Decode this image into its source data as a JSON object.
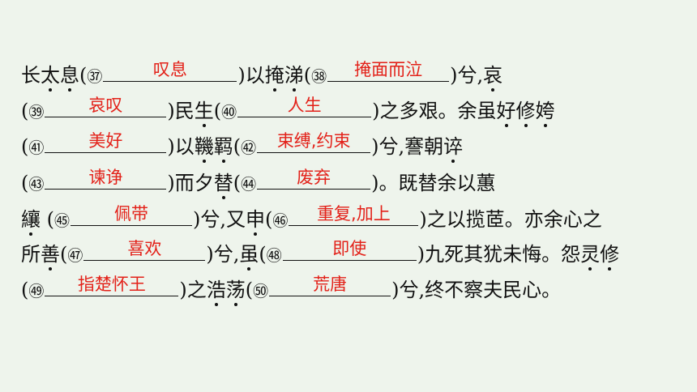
{
  "lines": [
    [
      {
        "t": "text",
        "v": "长"
      },
      {
        "t": "dot",
        "v": "太"
      },
      {
        "t": "dot",
        "v": "息"
      },
      {
        "t": "text",
        "v": "("
      },
      {
        "t": "num",
        "v": "㊲"
      },
      {
        "t": "blank",
        "w": 165,
        "ans": "叹息"
      },
      {
        "t": "text",
        "v": ")以"
      },
      {
        "t": "dot",
        "v": "掩"
      },
      {
        "t": "dot",
        "v": "涕"
      },
      {
        "t": "text",
        "v": "("
      },
      {
        "t": "num",
        "v": "㊳"
      },
      {
        "t": "blank",
        "w": 150,
        "ans": "掩面而泣"
      },
      {
        "t": "text",
        "v": ")兮,"
      },
      {
        "t": "dot",
        "v": "哀"
      }
    ],
    [
      {
        "t": "text",
        "v": "("
      },
      {
        "t": "num",
        "v": "㊴"
      },
      {
        "t": "blank",
        "w": 150,
        "ans": "哀叹"
      },
      {
        "t": "text",
        "v": ")民"
      },
      {
        "t": "dot",
        "v": "生"
      },
      {
        "t": "text",
        "v": "("
      },
      {
        "t": "num",
        "v": "㊵"
      },
      {
        "t": "blank",
        "w": 165,
        "ans": "人生"
      },
      {
        "t": "text",
        "v": ")之多艰。余虽"
      },
      {
        "t": "dot",
        "v": "好"
      },
      {
        "t": "dot",
        "v": "修"
      },
      {
        "t": "dot",
        "v": "姱"
      }
    ],
    [
      {
        "t": "text",
        "v": "("
      },
      {
        "t": "num",
        "v": "㊶"
      },
      {
        "t": "blank",
        "w": 150,
        "ans": "美好"
      },
      {
        "t": "text",
        "v": ")以"
      },
      {
        "t": "dot",
        "v": "鞿"
      },
      {
        "t": "dot",
        "v": "羁"
      },
      {
        "t": "text",
        "v": "("
      },
      {
        "t": "num",
        "v": "㊷"
      },
      {
        "t": "blank",
        "w": 140,
        "ans": "束缚,约束"
      },
      {
        "t": "text",
        "v": ")兮,謇朝"
      },
      {
        "t": "dot",
        "v": "谇"
      }
    ],
    [
      {
        "t": "text",
        "v": "("
      },
      {
        "t": "num",
        "v": "㊸"
      },
      {
        "t": "blank",
        "w": 150,
        "ans": "谏诤"
      },
      {
        "t": "text",
        "v": ")而夕"
      },
      {
        "t": "dot",
        "v": "替"
      },
      {
        "t": "text",
        "v": "("
      },
      {
        "t": "num",
        "v": "㊹"
      },
      {
        "t": "blank",
        "w": 140,
        "ans": "废弃"
      },
      {
        "t": "text",
        "v": ")。既替余以蕙"
      }
    ],
    [
      {
        "t": "dot",
        "v": "纕"
      },
      {
        "t": "text",
        "v": " ("
      },
      {
        "t": "num",
        "v": "㊺"
      },
      {
        "t": "blank",
        "w": 150,
        "ans": "佩带"
      },
      {
        "t": "text",
        "v": ")兮,又"
      },
      {
        "t": "dot",
        "v": "申"
      },
      {
        "t": "text",
        "v": "("
      },
      {
        "t": "num",
        "v": "㊻"
      },
      {
        "t": "blank",
        "w": 160,
        "ans": "重复,加上"
      },
      {
        "t": "text",
        "v": ")之以揽茝。亦余心之"
      }
    ],
    [
      {
        "t": "text",
        "v": "所"
      },
      {
        "t": "dot",
        "v": "善"
      },
      {
        "t": "text",
        "v": "("
      },
      {
        "t": "num",
        "v": "㊼"
      },
      {
        "t": "blank",
        "w": 150,
        "ans": "喜欢"
      },
      {
        "t": "text",
        "v": ")兮,"
      },
      {
        "t": "dot",
        "v": "虽"
      },
      {
        "t": "text",
        "v": "("
      },
      {
        "t": "num",
        "v": "㊽"
      },
      {
        "t": "blank",
        "w": 165,
        "ans": "即使"
      },
      {
        "t": "text",
        "v": ")九死其犹未悔。怨"
      },
      {
        "t": "dot",
        "v": "灵"
      },
      {
        "t": "dot",
        "v": "修"
      }
    ],
    [
      {
        "t": "text",
        "v": "("
      },
      {
        "t": "num",
        "v": "㊾"
      },
      {
        "t": "blank",
        "w": 165,
        "ans": "指楚怀王"
      },
      {
        "t": "text",
        "v": ")之"
      },
      {
        "t": "dot",
        "v": "浩"
      },
      {
        "t": "dot",
        "v": "荡"
      },
      {
        "t": "text",
        "v": "("
      },
      {
        "t": "num",
        "v": "㊿"
      },
      {
        "t": "blank",
        "w": 150,
        "ans": "荒唐"
      },
      {
        "t": "text",
        "v": ")兮,终不察夫民心。"
      }
    ]
  ]
}
